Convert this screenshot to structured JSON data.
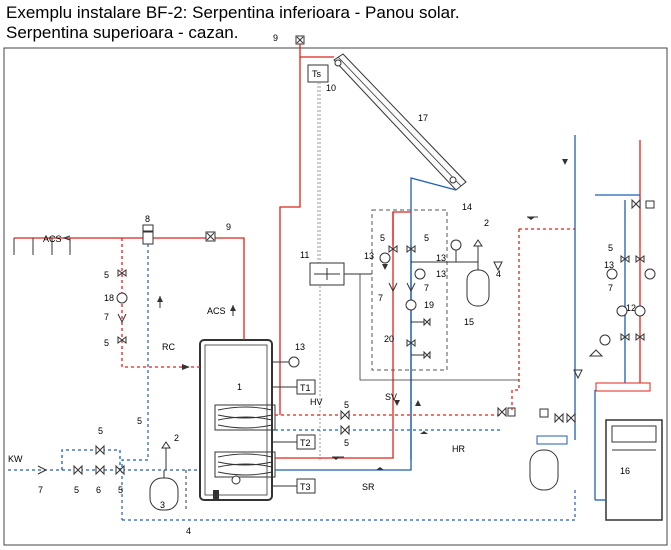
{
  "title_line1": "Exemplu instalare BF-2: Serpentina inferioara - Panou solar.",
  "title_line2": "Serpentina superioara - cazan.",
  "labels": {
    "acs_top": "ACS",
    "acs_mid": "ACS",
    "rc": "RC",
    "hv": "HV",
    "sv": "SV",
    "hr": "HR",
    "sr": "SR",
    "kw": "KW",
    "ts": "Ts",
    "t1": "T1",
    "t2": "T2",
    "t3": "T3"
  },
  "numbers": {
    "n1": "1",
    "n2a": "2",
    "n2b": "2",
    "n3": "3",
    "n4a": "4",
    "n4b": "4",
    "n5a": "5",
    "n5b": "5",
    "n5c": "5",
    "n5d": "5",
    "n5e": "5",
    "n5f": "5",
    "n5g": "5",
    "n5h": "5",
    "n5i": "5",
    "n5j": "5",
    "n5k": "5",
    "n6": "6",
    "n7a": "7",
    "n7b": "7",
    "n7c": "7",
    "n7d": "7",
    "n7e": "7",
    "n8": "8",
    "n9a": "9",
    "n9b": "9",
    "n10": "10",
    "n11": "11",
    "n12": "12",
    "n13a": "13",
    "n13b": "13",
    "n13c": "13",
    "n13d": "13",
    "n13e": "13",
    "n14": "14",
    "n15": "15",
    "n16": "16",
    "n17": "17",
    "n18": "18",
    "n19": "19",
    "n20": "20"
  },
  "colors": {
    "hot": "#e2231a",
    "cold": "#1f5fb4",
    "line": "#333333",
    "sensor": "#9a9a9a"
  }
}
